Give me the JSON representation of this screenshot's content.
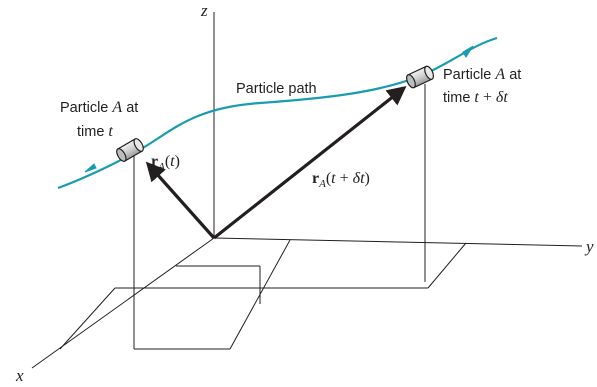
{
  "axes": {
    "x": "x",
    "y": "y",
    "z": "z"
  },
  "path_label": "Particle path",
  "particle_start": {
    "line1_pre": "Particle ",
    "line1_var": "A",
    "line1_post": " at",
    "line2_pre": "time ",
    "line2_var": "t"
  },
  "particle_end": {
    "line1_pre": "Particle ",
    "line1_var": "A",
    "line1_post": " at",
    "line2_pre": "time ",
    "line2_var": "t",
    "line2_op": " + ",
    "line2_delta": "δt"
  },
  "vector_start": {
    "symbol": "r",
    "subscript": "A",
    "open": "(",
    "arg": "t",
    "close": ")"
  },
  "vector_end": {
    "symbol": "r",
    "subscript": "A",
    "open": "(",
    "arg": "t",
    "op": " + ",
    "delta": "δt",
    "close": ")"
  },
  "colors": {
    "path": "#1a9cb0",
    "ink": "#231f20",
    "particle_fill": "#d9d9d9"
  }
}
